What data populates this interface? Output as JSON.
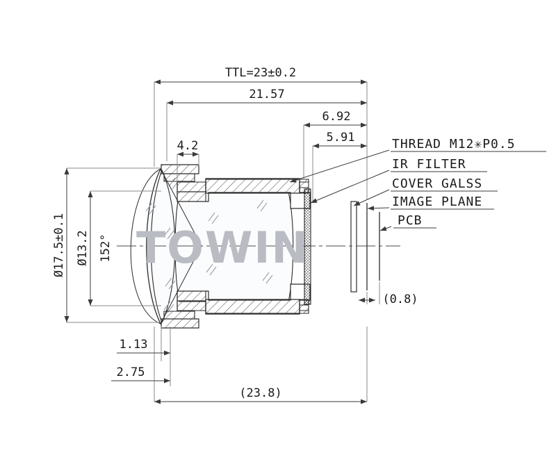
{
  "drawing": {
    "title": "M12 board lens optical cross-section drawing",
    "watermark": "TOWIN",
    "background_color": "#ffffff",
    "line_color": "#2b2b2b",
    "watermark_color": "#b9bcc2"
  },
  "dimensions": {
    "ttl": "TTL=23±0.2",
    "overall_optical": "21.57",
    "thread_to_sensor": "6.92",
    "flange_back": "5.91",
    "front_ring": "4.2",
    "outer_diameter": "Ø17.5±0.1",
    "clear_aperture": "Ø13.2",
    "field_of_view": "152°",
    "front_vertex_a": "1.13",
    "front_vertex_b": "2.75",
    "total_ref": "(23.8)",
    "pcb_gap": "(0.8)"
  },
  "callouts": [
    {
      "id": "thread",
      "label": "THREAD M12✳P0.5"
    },
    {
      "id": "ir-filter",
      "label": "IR FILTER"
    },
    {
      "id": "cover-glass",
      "label": "COVER GALSS"
    },
    {
      "id": "image-plane",
      "label": "IMAGE PLANE"
    },
    {
      "id": "pcb",
      "label": "PCB"
    }
  ]
}
